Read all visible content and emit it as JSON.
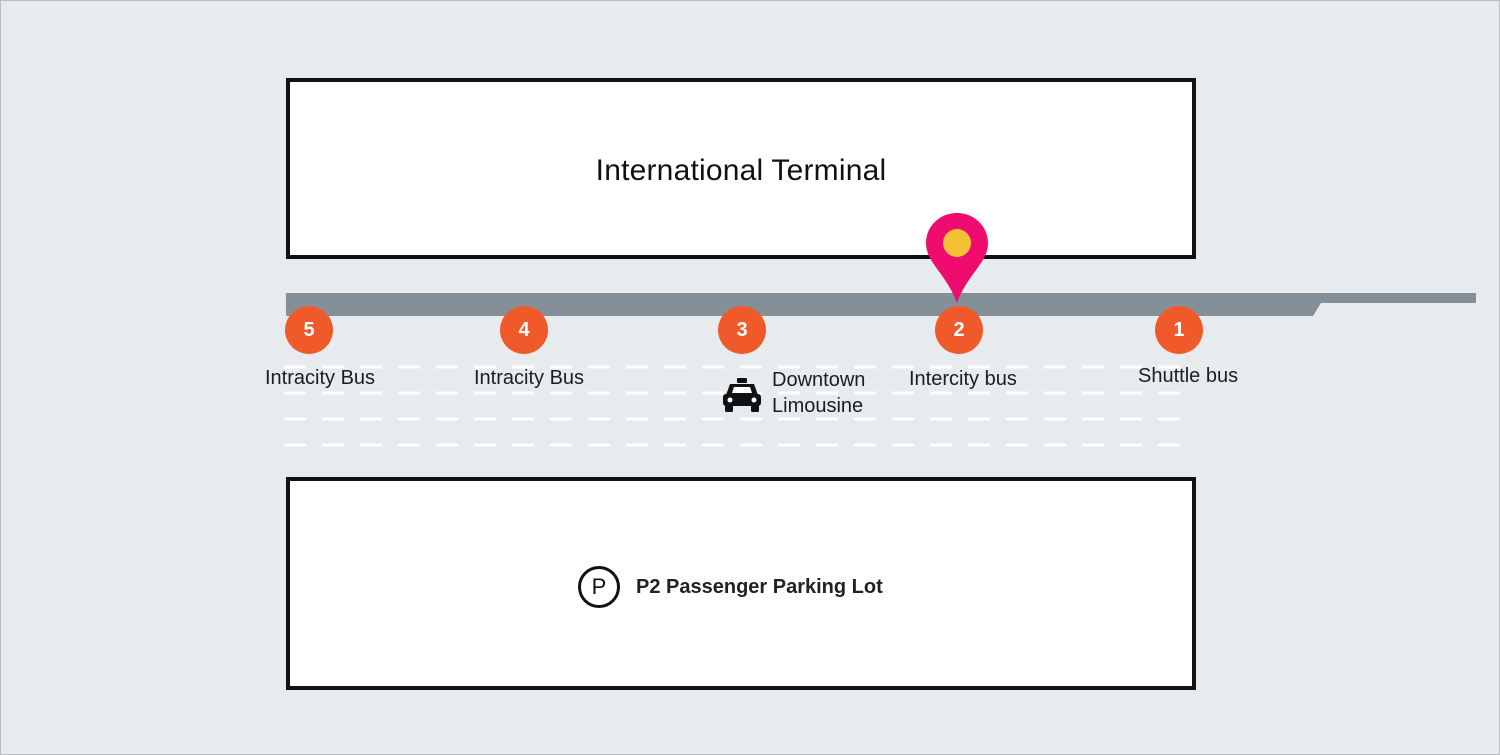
{
  "map": {
    "terminal": {
      "name": "International Terminal"
    },
    "parking": {
      "icon_letter": "P",
      "name": "P2 Passenger Parking Lot"
    },
    "current_location": {
      "icon": "location-pin-icon",
      "stop_number": "2"
    },
    "stops": [
      {
        "number": "5",
        "label": "Intracity Bus",
        "icon": null
      },
      {
        "number": "4",
        "label": "Intracity Bus",
        "icon": null
      },
      {
        "number": "3",
        "label_line1": "Downtown",
        "label_line2": "Limousine",
        "icon": "taxi-icon"
      },
      {
        "number": "2",
        "label": "Intercity bus",
        "icon": null
      },
      {
        "number": "1",
        "label": "Shuttle bus",
        "icon": null
      }
    ]
  },
  "colors": {
    "background": "#e8ebee",
    "curb": "#858f97",
    "stop_marker": "#f05a2a",
    "pin": "#ee0d6f",
    "pin_center": "#f5c236",
    "building_border": "#111111"
  }
}
